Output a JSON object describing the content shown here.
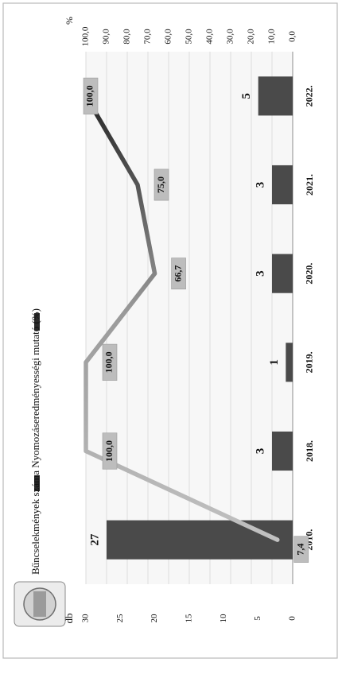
{
  "chart_data": {
    "type": "bar",
    "categories": [
      "2010.",
      "2018.",
      "2019.",
      "2020.",
      "2021.",
      "2022."
    ],
    "series": [
      {
        "name": "Bűncselekmények száma",
        "type": "bar",
        "axis": "left",
        "values": [
          27,
          3,
          1,
          3,
          3,
          5
        ],
        "labels": [
          "27",
          "3",
          "1",
          "3",
          "3",
          "5"
        ]
      },
      {
        "name": "Nyomozáseredményességi mutató (%)",
        "type": "line",
        "axis": "right",
        "values": [
          7.4,
          100.0,
          100.0,
          66.7,
          75.0,
          100.0
        ],
        "labels": [
          "7,4",
          "100,0",
          "100,0",
          "66,7",
          "75,0",
          "100,0"
        ]
      }
    ],
    "left_axis": {
      "label": "db",
      "range": [
        0,
        30
      ],
      "ticks": [
        "0",
        "5",
        "10",
        "15",
        "20",
        "25",
        "30"
      ]
    },
    "right_axis": {
      "label": "%",
      "range": [
        0,
        100
      ],
      "ticks": [
        "0,0",
        "10,0",
        "20,0",
        "30,0",
        "40,0",
        "50,0",
        "60,0",
        "70,0",
        "80,0",
        "90,0",
        "100,0"
      ]
    },
    "orientation": "rotated-90-clockwise",
    "legend_position": "top",
    "grid": true,
    "colors": {
      "bar": "#4a4a4a",
      "line_start": "#b4b4b4",
      "line_end": "#2c2c2c",
      "label_box": "#bdbdbd"
    }
  }
}
